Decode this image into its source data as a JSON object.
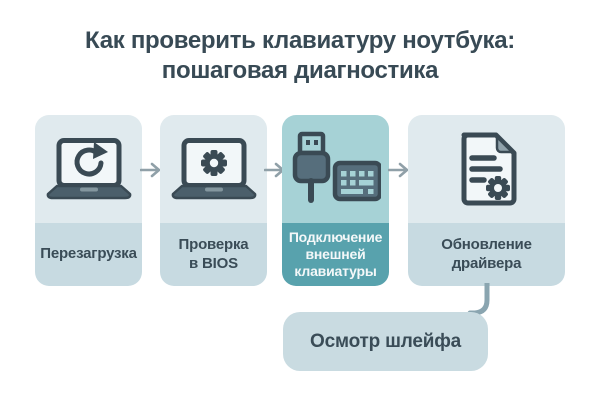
{
  "title": {
    "line1": "Как проверить клавиатуру ноутбука:",
    "line2": "пошаговая диагностика"
  },
  "steps": [
    {
      "label": "Перезагрузка",
      "icon": "laptop-restart-icon",
      "highlighted": false
    },
    {
      "label": "Проверка\nв BIOS",
      "icon": "laptop-bios-gear-icon",
      "highlighted": false
    },
    {
      "label": "Подключение\nвнешней\nклавиатуры",
      "icon": "usb-external-keyboard-icon",
      "highlighted": true
    },
    {
      "label": "Обновление\nдрайвера",
      "icon": "driver-document-gear-icon",
      "highlighted": false
    }
  ],
  "branch": {
    "label": "Осмотр шлейфа",
    "connected_from_step": "Обновление драйвера"
  },
  "connectors": {
    "arrow_icon": "arrow-right-icon",
    "arrow_count": 3,
    "branch_line": "elbow-curve-down-left"
  },
  "colors": {
    "background": "#ffffff",
    "card_icon_bg": "#e0eaee",
    "card_label_bg": "#c7dae1",
    "highlight_icon_bg": "#a6d2d6",
    "highlight_label_bg": "#58a2ad",
    "branch_pill_bg": "#c9dbe1",
    "dark_text": "#384a55",
    "light_text": "#f4f8f9",
    "icon_stroke": "#3a4a54",
    "icon_slate_fill": "#566e7c",
    "arrow": "#90a0a8",
    "branch_line": "#8aa5b0"
  }
}
